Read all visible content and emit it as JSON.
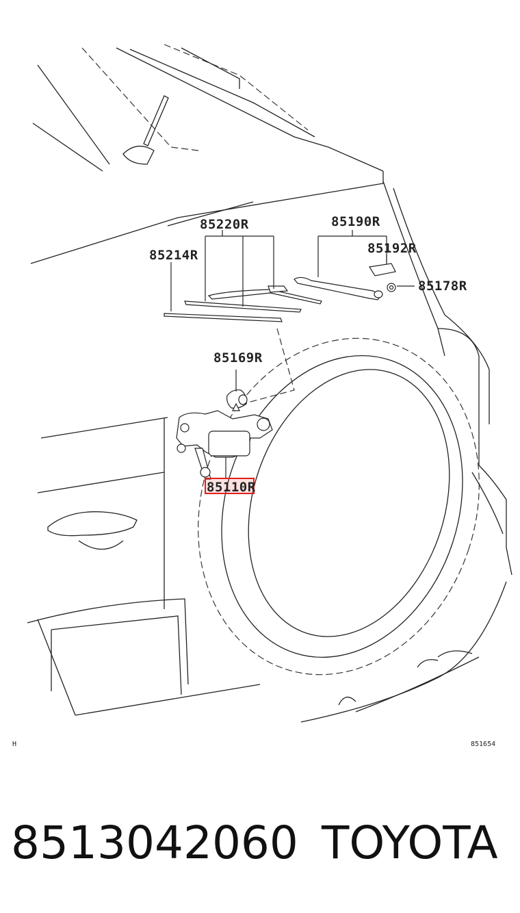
{
  "diagram": {
    "callouts": {
      "blade_assembly": "85220R",
      "blade_insert": "85214R",
      "arm": "85190R",
      "arm_cap": "85192R",
      "nut": "85178R",
      "grommet": "85169R",
      "motor": "85110R"
    },
    "corner_left": "H",
    "figure_code": "851654",
    "highlight_color": "#e0201a"
  },
  "footer": {
    "part_number": "8513042060",
    "brand": "TOYOTA"
  }
}
